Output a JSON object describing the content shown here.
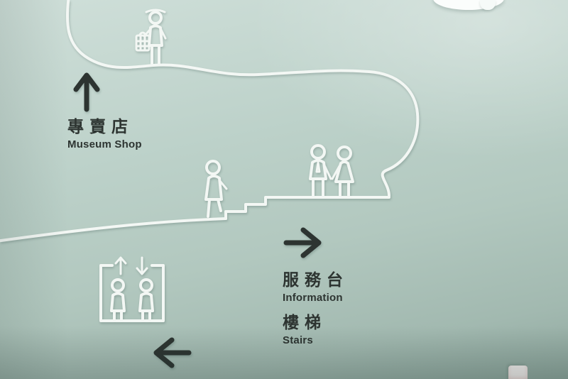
{
  "scene": {
    "subject": "Museum wall wayfinding signage photo",
    "colors": {
      "wall": "#b7cec6",
      "wall_highlight": "#d6e5df",
      "wall_shadow": "#8fa79e",
      "line_art": "#f3f7f4",
      "ink": "#2d3431"
    }
  },
  "signs": {
    "museum_shop": {
      "zh": "專賣店",
      "en": "Museum Shop"
    },
    "information": {
      "zh": "服務台",
      "en": "Information"
    },
    "stairs": {
      "zh": "樓梯",
      "en": "Stairs"
    }
  },
  "icons": {
    "up_arrow": "↑",
    "right_arrow": "→",
    "left_arrow": "←",
    "elevator_up_arrow": "↑",
    "elevator_down_arrow": "↓",
    "pictograms": [
      "shopper-with-bag",
      "person-climbing-stairs",
      "couple-holding-hands",
      "elevator-with-two-people",
      "winding-path-line"
    ]
  }
}
